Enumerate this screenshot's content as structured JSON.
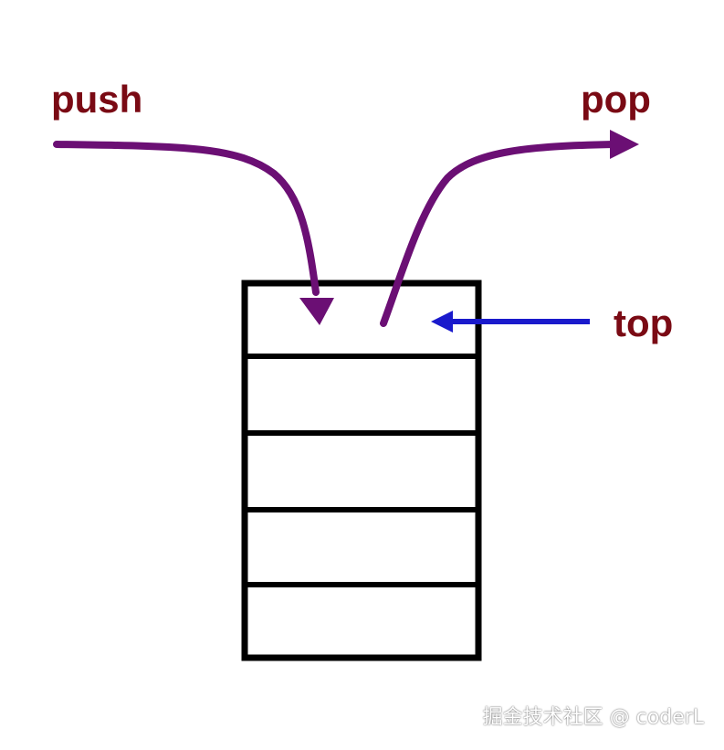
{
  "labels": {
    "push": "push",
    "pop": "pop",
    "top": "top"
  },
  "watermark": "掘金技术社区 @ coderL",
  "stack": {
    "cell_count": 5
  },
  "colors": {
    "label": "#7a0a14",
    "flow_arrow": "#6b0f74",
    "top_arrow": "#1a1acc",
    "stack_border": "#000000",
    "background": "#ffffff"
  }
}
